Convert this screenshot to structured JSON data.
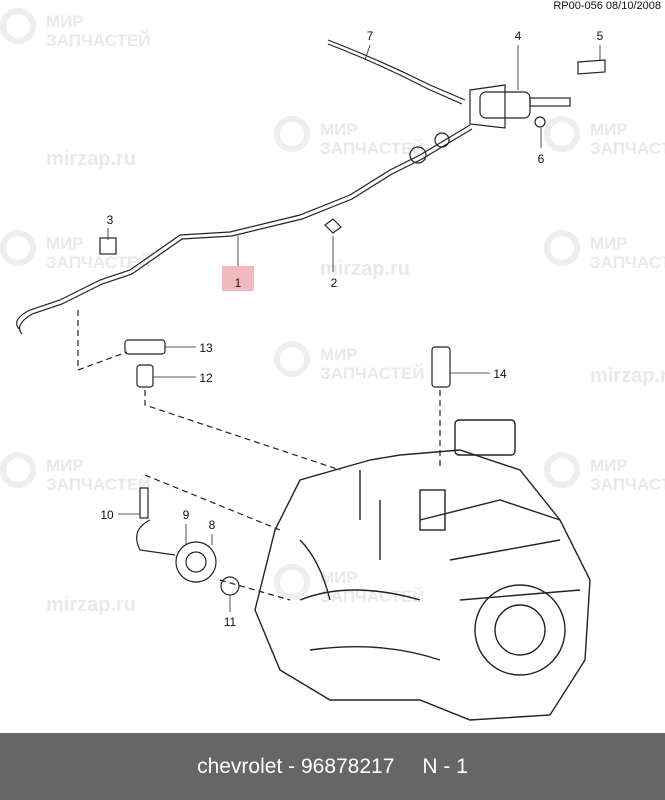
{
  "reference": "RP00-056 08/10/2008",
  "watermark": {
    "line1": "МИР",
    "line2": "ЗАПЧАСТЕЙ",
    "url": "mirzap.ru"
  },
  "callouts": [
    "1",
    "2",
    "3",
    "4",
    "5",
    "6",
    "7",
    "8",
    "9",
    "10",
    "11",
    "12",
    "13",
    "14"
  ],
  "highlighted_callout": "1",
  "highlight_color": "#f4b9bf",
  "footer": {
    "brand": "chevrolet",
    "separator": "-",
    "part_number": "96878217",
    "position": "N - 1"
  }
}
